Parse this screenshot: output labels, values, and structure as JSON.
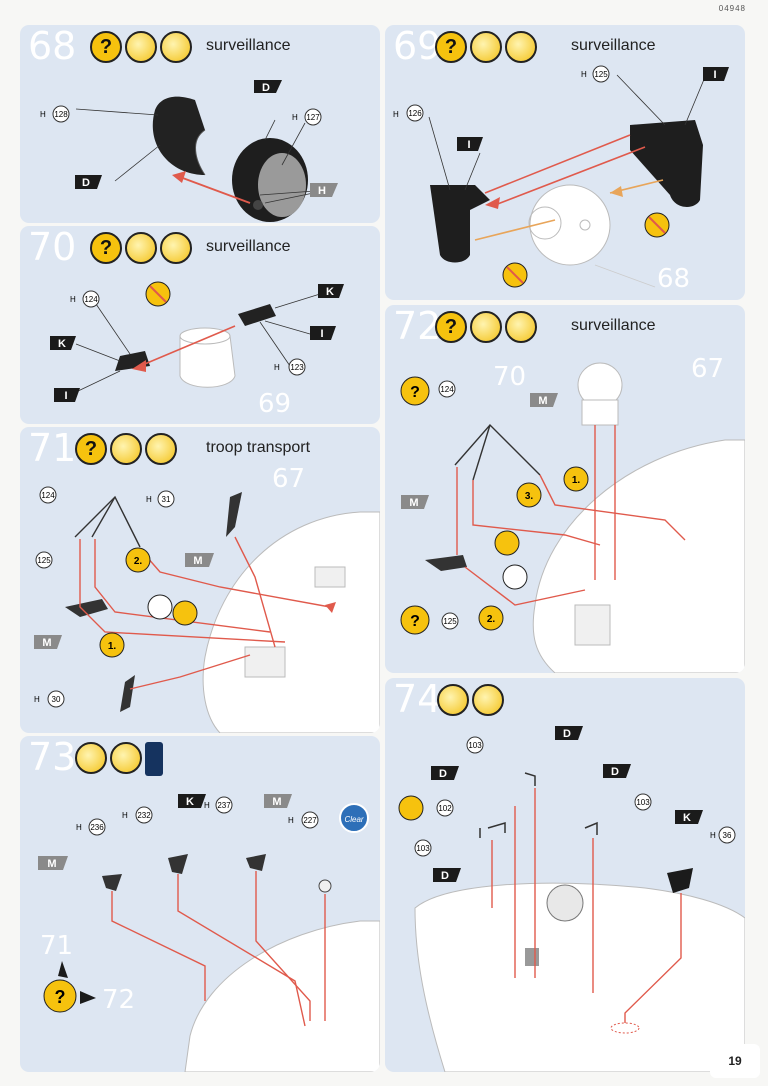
{
  "doc_code": "04948",
  "page_number": "19",
  "steps": [
    {
      "number": "68",
      "title": "surveillance",
      "labels": {
        "h128": "128",
        "h127": "127",
        "flag_d1": "D",
        "flag_d2": "D",
        "flag_h": "H"
      }
    },
    {
      "number": "69",
      "title": "surveillance",
      "labels": {
        "h125": "125",
        "h126": "126",
        "flag_i1": "I",
        "flag_i2": "I",
        "ref": "68"
      }
    },
    {
      "number": "70",
      "title": "surveillance",
      "labels": {
        "h124": "124",
        "h123": "123",
        "flag_k1": "K",
        "flag_k2": "K",
        "flag_i1": "I",
        "flag_i2": "I",
        "ref": "69"
      }
    },
    {
      "number": "71",
      "title": "troop transport",
      "labels": {
        "h124": "124",
        "h31": "31",
        "h125": "125",
        "h30": "30",
        "flag_m1": "M",
        "flag_m2": "M",
        "ref": "67",
        "seq1": "1.",
        "seq2": "2."
      }
    },
    {
      "number": "72",
      "title": "surveillance",
      "labels": {
        "h124": "124",
        "h125": "125",
        "flag_m1": "M",
        "flag_m2": "M",
        "ref70": "70",
        "ref67": "67",
        "seq1": "1.",
        "seq2": "2.",
        "seq3": "3."
      }
    },
    {
      "number": "73",
      "title": "",
      "labels": {
        "h236": "236",
        "h232": "232",
        "h237": "237",
        "h227": "227",
        "flag_m1": "M",
        "flag_k": "K",
        "flag_m2": "M",
        "clear": "Clear",
        "ref71": "71",
        "ref72": "72"
      }
    },
    {
      "number": "74",
      "title": "",
      "labels": {
        "n103a": "103",
        "n103b": "103",
        "n103c": "103",
        "n102": "102",
        "h36": "36",
        "flag_d1": "D",
        "flag_d2": "D",
        "flag_d3": "D",
        "flag_d4": "D",
        "flag_k": "K"
      }
    }
  ],
  "part_prefix": "H",
  "icons": [
    "question-icon",
    "glue-icon",
    "paint-brush-icon",
    "paint-bottle-icon"
  ],
  "colors": {
    "panel": "#dde6f2",
    "accent": "#f6c20e",
    "arrow": "#e05a4c",
    "flag": "#1b1b1b"
  }
}
